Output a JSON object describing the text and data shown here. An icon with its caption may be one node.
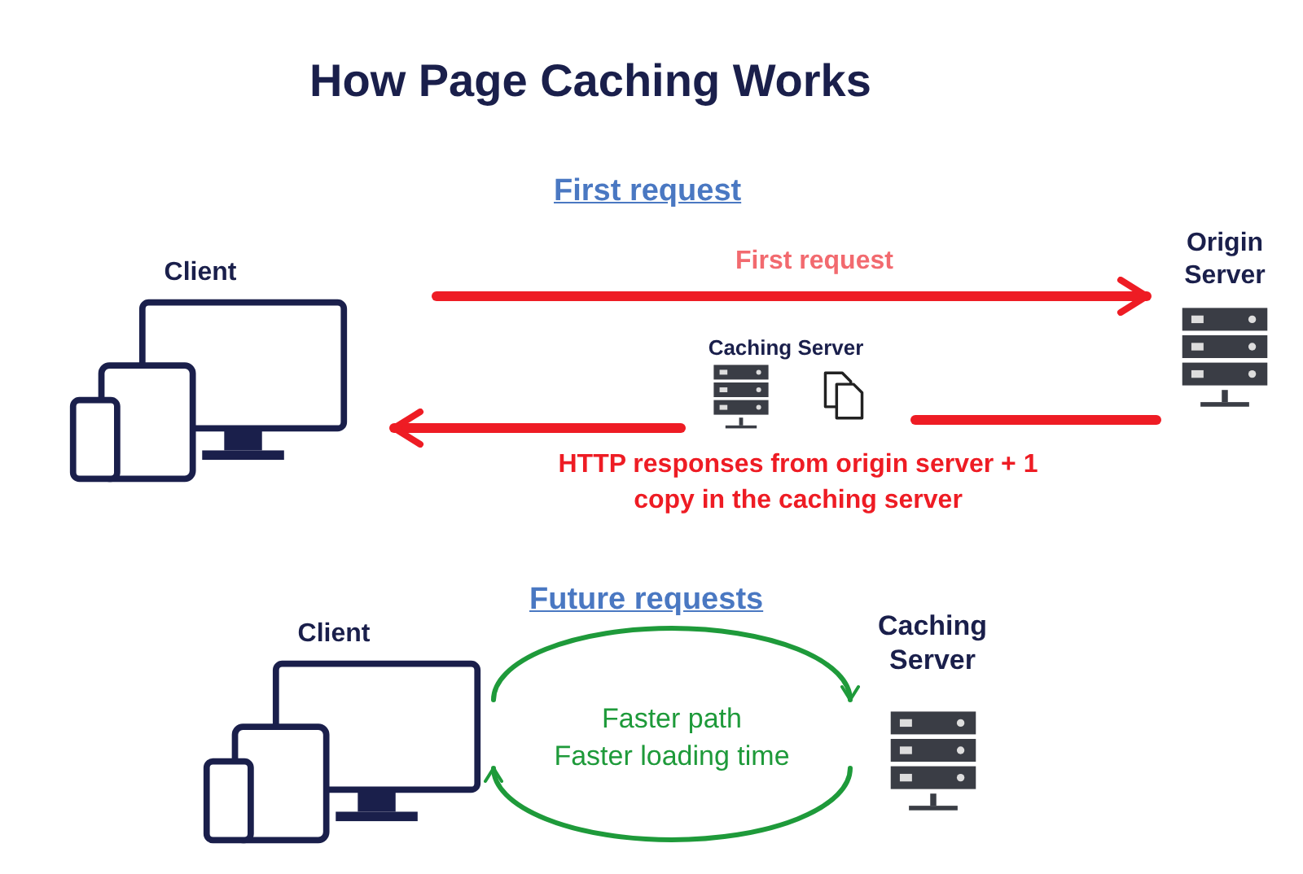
{
  "diagram": {
    "title": "How Page Caching Works",
    "nodes": [
      {
        "text": [
          "Client"
        ]
      },
      {
        "text": [
          "Origin Server"
        ]
      },
      {
        "text": [
          "Caching Server"
        ]
      },
      {
        "text": [
          "Client"
        ]
      },
      {
        "text": [
          "Caching Server"
        ]
      }
    ],
    "edges": [
      {
        "from": 0,
        "to": 1,
        "arrow": "to",
        "label": "First request",
        "color": "#ee1c24"
      },
      {
        "from": 1,
        "to": 2,
        "arrow": "none",
        "color": "#ee1c24"
      },
      {
        "from": 2,
        "to": 0,
        "arrow": "to",
        "label": "HTTP responses from origin server + 1 copy in the caching server",
        "color": "#ee1c24"
      },
      {
        "from": 3,
        "to": 4,
        "arrow": "to",
        "color": "#1e9a3a"
      },
      {
        "from": 4,
        "to": 3,
        "arrow": "to",
        "color": "#1e9a3a"
      }
    ],
    "labels": [
      "First request",
      "Future requests",
      "Faster path",
      "Faster loading time"
    ]
  }
}
